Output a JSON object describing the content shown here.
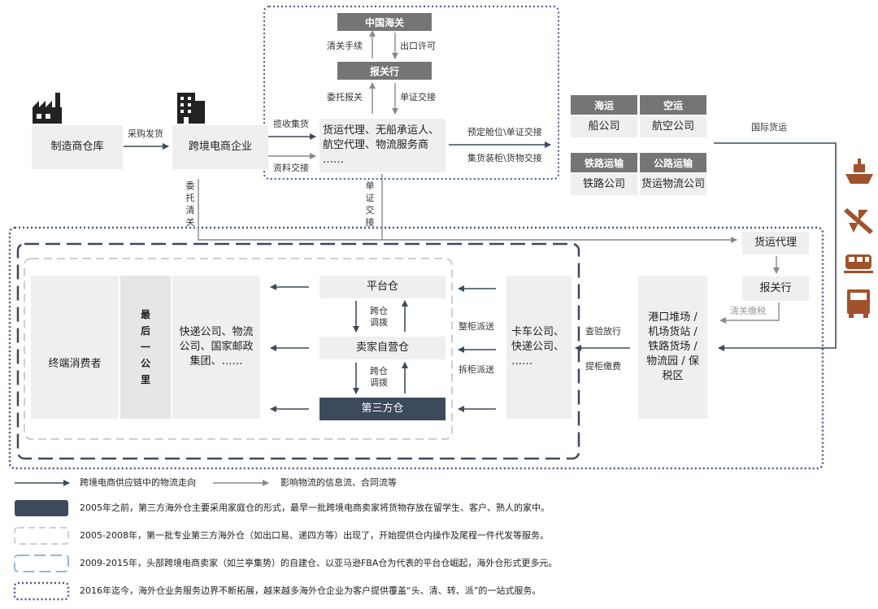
{
  "nodes": {
    "manufacturer": "制造商仓库",
    "cbe_company": "跨境电商企业",
    "customs": "中国海关",
    "broker_top": "报关行",
    "forwarders": "货运代理、无船承运人、\n航空代理、物流服务商\n……",
    "sea_header": "海运",
    "air_header": "空运",
    "sea_value": "船公司",
    "air_value": "航空公司",
    "rail_header": "铁路运输",
    "road_header": "公路运输",
    "rail_value": "铁路公司",
    "road_value": "货运物流公司",
    "freight_agent": "货运代理",
    "broker_right": "报关行",
    "port": "港口堆场 /\n机场货站 /\n铁路货场 /\n物流园 / 保\n税区",
    "trucking": "卡车公司、\n快递公司、\n……",
    "platform_wh": "平台仓",
    "seller_wh": "卖家自营仓",
    "third_party_wh": "第三方仓",
    "couriers": "快递公司、物流\n公司、国家邮政\n集团、……",
    "last_mile": "最\n后\n一\n公\n里",
    "consumer": "终端消费者"
  },
  "labels": {
    "purchase": "采购发货",
    "collect": "揽收集货",
    "docs": "资料交接",
    "clearance": "清关手续",
    "export_permit": "出口许可",
    "entrust_declare": "委托报关",
    "doc_handover": "单证交接",
    "booking": "预定舱位\\单证交接",
    "consolidation": "集货装柜\\货物交接",
    "intl_freight": "国际货运",
    "entrust_clear_v": "委托清关",
    "doc_handover_v": "单证交接",
    "clear_tax": "清关缴税",
    "inspect_release": "查验放行",
    "pickup_fee": "提柜缴费",
    "whole_container": "整柜派送",
    "split_container": "拆柜派送",
    "transfer1": "跨仓\n调拨",
    "transfer2": "跨仓\n调拨"
  },
  "legend": {
    "arrow_dark": "跨境电商供应链中的物流走向",
    "arrow_grey": "影响物流的信息流、合同流等",
    "item1": "2005年之前，第三方海外仓主要采用家庭仓的形式，最早一批跨境电商卖家将货物存放在留学生、客户、熟人的家中。",
    "item2": "2005-2008年，第一批专业第三方海外仓（如出口易、递四方等）出现了，开始提供仓内操作及尾程一件代发等服务。",
    "item3": "2009-2015年，头部跨境电商卖家（如兰亭集势）的自建仓、以亚马逊FBA仓为代表的平台仓崛起，海外仓形式更多元。",
    "item4": "2016年迄今，海外仓业务服务边界不断拓展，越来越多海外仓企业为客户提供覆盖“头、清、转、派”的一站式服务。"
  },
  "colors": {
    "dark_navy": "#3d4a5c",
    "navy_dotted": "#4a5a8a",
    "light_blue_dash": "#8fbbd9",
    "grey_box": "#efefef",
    "header_grey": "#757575",
    "icon_brown": "#a0522d"
  },
  "icons": [
    "factory-icon",
    "building-icon",
    "ship-icon",
    "plane-icon",
    "train-icon",
    "truck-icon",
    "people-icon"
  ]
}
